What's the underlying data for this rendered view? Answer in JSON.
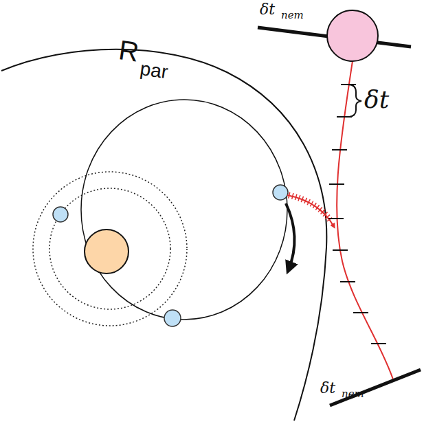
{
  "diagram": {
    "labels": [
      "R",
      "par",
      "δt",
      "nem",
      "δt",
      "δt",
      "nem"
    ]
  }
}
